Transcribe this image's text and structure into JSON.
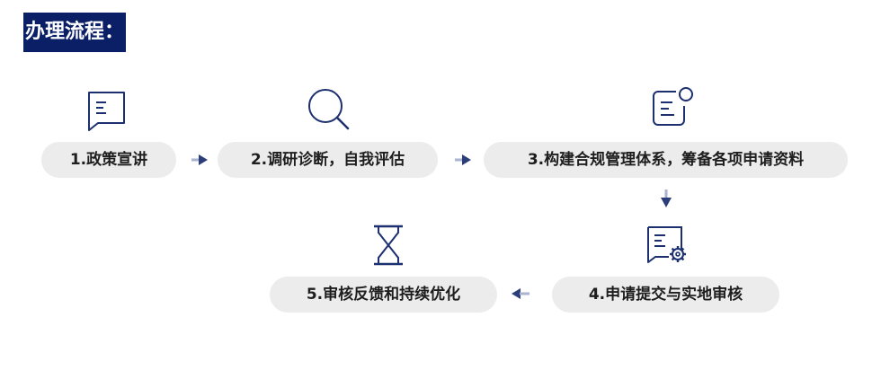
{
  "title": "办理流程：",
  "steps": [
    {
      "label": "1.政策宣讲",
      "icon": "document-icon"
    },
    {
      "label": "2.调研诊断，自我评估",
      "icon": "search-icon"
    },
    {
      "label": "3.构建合规管理体系，筹备各项申请资料",
      "icon": "document-dot-icon"
    },
    {
      "label": "4.申请提交与实地审核",
      "icon": "document-gear-icon"
    },
    {
      "label": "5.审核反馈和持续优化",
      "icon": "hourglass-icon"
    }
  ],
  "colors": {
    "brand": "#0b1f66",
    "pill": "#ececec",
    "text": "#1e1e1e",
    "icon": "#1c2f6e"
  }
}
